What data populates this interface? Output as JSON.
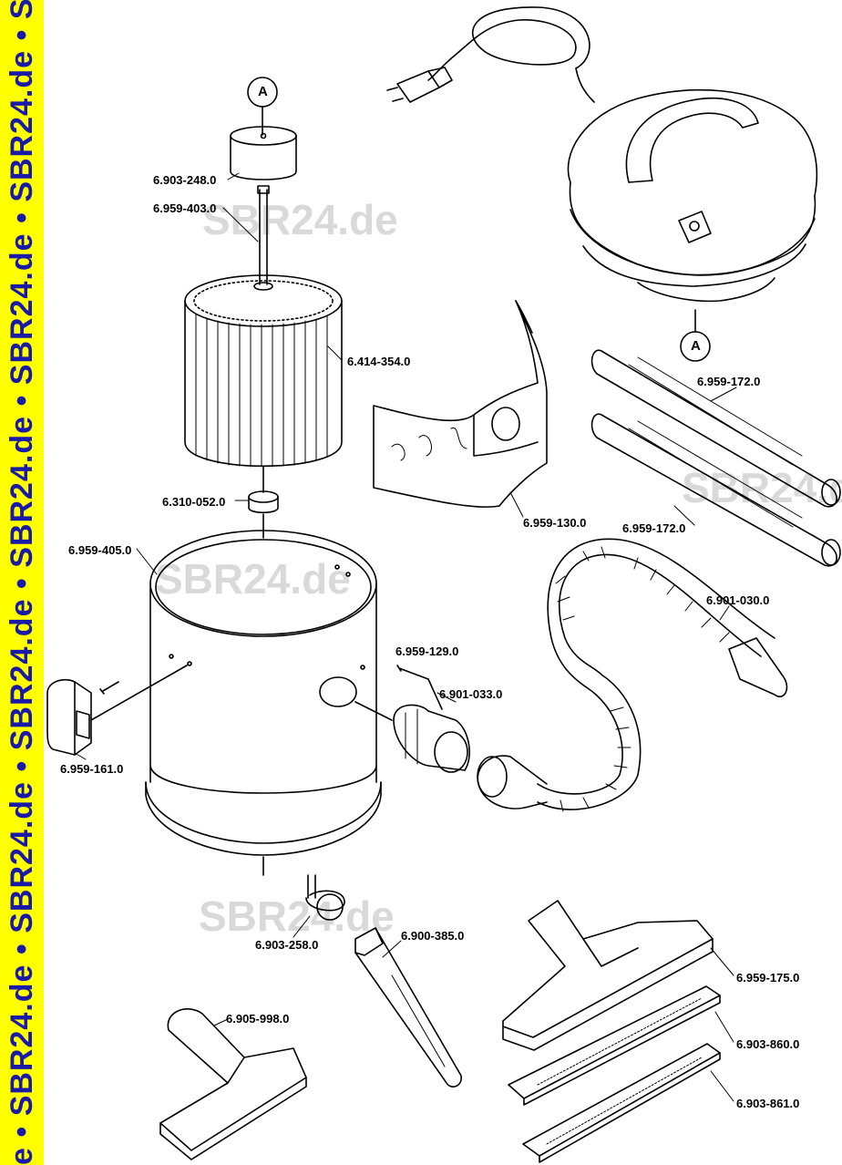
{
  "banner": {
    "text": "e • SBR24.de • SBR24.de • SBR24.de • SBR24.de • SBR24.de • SBR24.de • SBR24.de • S"
  },
  "watermark": "SBR24.de",
  "callout_letter": "A",
  "parts": {
    "float_cap": "6.903-248.0",
    "float_rod": "6.959-403.0",
    "cartridge_filter": "6.414-354.0",
    "filter_nut": "6.310-052.0",
    "container": "6.959-405.0",
    "filter_bag": "6.959-130.0",
    "tube_upper": "6.959-172.0",
    "tube_lower": "6.959-172.0",
    "suction_hose": "6.901-030.0",
    "screw": "6.959-129.0",
    "hose_adapter": "6.901-033.0",
    "handle_bracket": "6.959-161.0",
    "castor": "6.903-258.0",
    "crevice_nozzle": "6.900-385.0",
    "upholstery_nozzle": "6.905-998.0",
    "floor_nozzle": "6.959-175.0",
    "insert_brush": "6.903-860.0",
    "insert_squeegee": "6.903-861.0"
  }
}
